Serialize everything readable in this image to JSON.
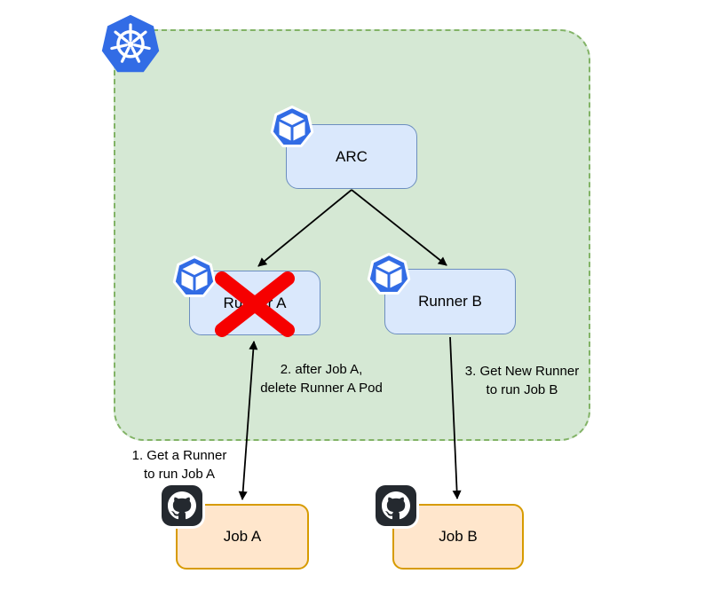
{
  "diagram_type": "flow-diagram",
  "cluster": {
    "platform": "kubernetes"
  },
  "nodes": {
    "arc": {
      "label": "ARC",
      "icon": "kubernetes-pod-icon"
    },
    "runner_a": {
      "label": "Runner A",
      "icon": "kubernetes-pod-icon",
      "status": "deleted"
    },
    "runner_b": {
      "label": "Runner B",
      "icon": "kubernetes-pod-icon"
    },
    "job_a": {
      "label": "Job A",
      "icon": "github-icon"
    },
    "job_b": {
      "label": "Job B",
      "icon": "github-icon"
    }
  },
  "edges": [
    {
      "from": "ARC",
      "to": "Runner A",
      "style": "arrow"
    },
    {
      "from": "ARC",
      "to": "Runner B",
      "style": "arrow"
    },
    {
      "from": "Runner A",
      "to": "Job A",
      "style": "double-arrow"
    },
    {
      "from": "Runner B",
      "to": "Job B",
      "style": "arrow"
    }
  ],
  "annotations": {
    "step1": {
      "line1": "1. Get a Runner",
      "line2": "to run Job A"
    },
    "step2": {
      "line1": "2. after Job A,",
      "line2": "delete Runner A Pod"
    },
    "step3": {
      "line1": "3. Get New Runner",
      "line2": "to run Job B"
    }
  },
  "icons": {
    "cluster_badge": "kubernetes-logo",
    "pod_badge": "kubernetes-pod-icon",
    "job_badge": "github-icon",
    "deleted_marker": "red-x-icon"
  },
  "colors": {
    "cluster_fill": "#d5e8d4",
    "cluster_border": "#82b366",
    "runner_fill": "#dae8fc",
    "runner_border": "#6c8ebf",
    "job_fill": "#ffe6cc",
    "job_border": "#d79b00",
    "kubernetes_blue": "#326ce5",
    "github_dark": "#24292f",
    "delete_x": "#f60000",
    "arrow": "#000000"
  }
}
